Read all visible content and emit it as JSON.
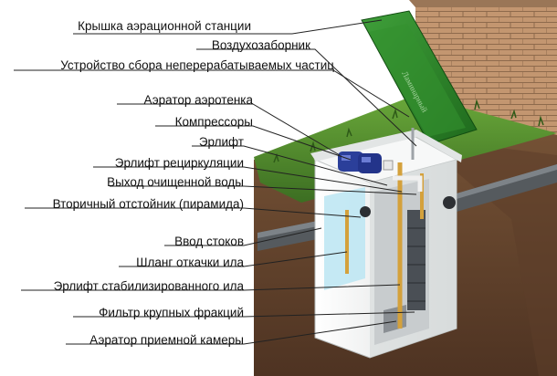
{
  "labels": [
    {
      "id": "lid",
      "text": "Крышка аэрационной станции"
    },
    {
      "id": "air-intake",
      "text": "Воздухозаборник"
    },
    {
      "id": "particle-collector",
      "text": "Устройство сбора неперерабатываемых частиц"
    },
    {
      "id": "aerotank-aerator",
      "text": "Аэратор аэротенка"
    },
    {
      "id": "compressors",
      "text": "Компрессоры"
    },
    {
      "id": "airlift",
      "text": "Эрлифт"
    },
    {
      "id": "recirculation-airlift",
      "text": "Эрлифт рециркуляции"
    },
    {
      "id": "clean-water-outlet",
      "text": "Выход очищенной воды"
    },
    {
      "id": "secondary-settler",
      "text": "Вторичный отстойник (пирамида)"
    },
    {
      "id": "sewage-inlet",
      "text": "Ввод стоков"
    },
    {
      "id": "sludge-hose",
      "text": "Шланг откачки ила"
    },
    {
      "id": "stabilized-sludge-airlift",
      "text": "Эрлифт стабилизированного ила"
    },
    {
      "id": "coarse-filter",
      "text": "Фильтр крупных фракций"
    },
    {
      "id": "receiving-chamber-aerator",
      "text": "Аэратор приемной камеры"
    }
  ],
  "colors": {
    "soil": "#6b4a32",
    "grass": "#4f8e2c",
    "lid": "#2f8a2a",
    "tank_body": "#eef0f0",
    "brick": "#b78a63",
    "compressor": "#2b3f9a",
    "pipe": "#d4a13c",
    "leader_line": "#222222"
  }
}
